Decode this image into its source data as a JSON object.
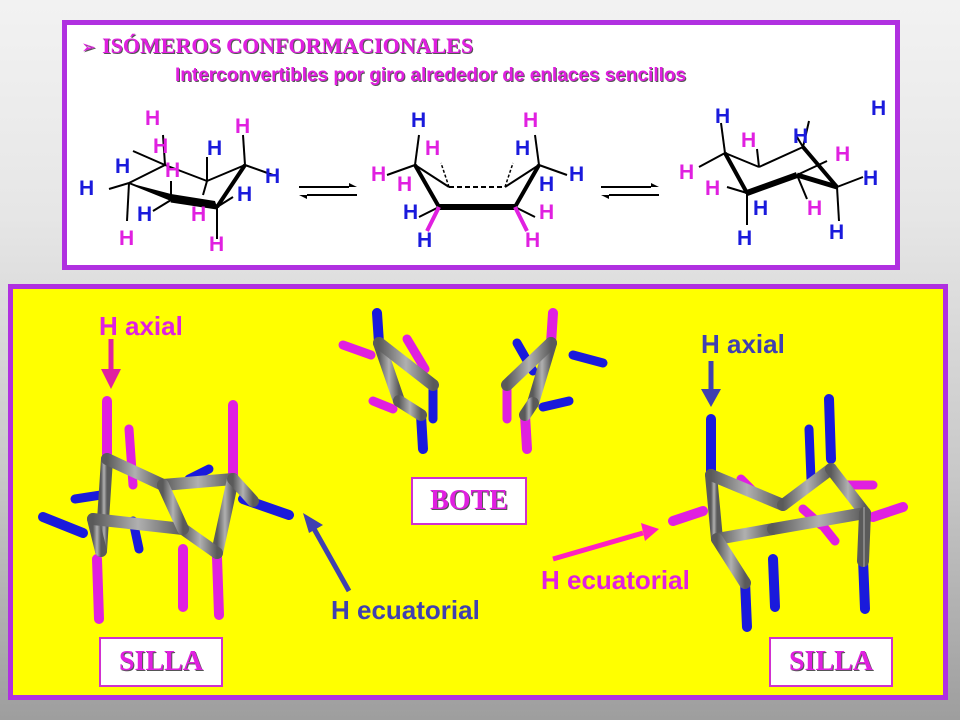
{
  "header": {
    "bullet": "➢",
    "title": "ISÓMEROS CONFORMACIONALES",
    "subtitle": "Interconvertibles por giro alrededor de enlaces sencillos"
  },
  "atom_symbol": "H",
  "labels": {
    "left_axial": "H axial",
    "right_axial": "H axial",
    "left_equatorial": "H ecuatorial",
    "right_equatorial": "H ecuatorial",
    "boat": "BOTE",
    "chair_left": "SILLA",
    "chair_right": "SILLA"
  },
  "colors": {
    "frame": "#b030e0",
    "magenta": "#e020e0",
    "blue": "#1a1adc",
    "panel_yellow": "#ffff00",
    "carbon": "#8a8a8a",
    "axial_arrow": "#e020a0",
    "equatorial_arrow": "#4040b0"
  }
}
